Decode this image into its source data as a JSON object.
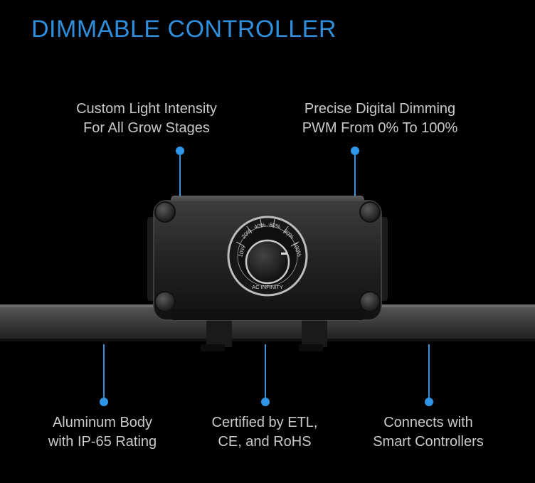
{
  "title": "DIMMABLE CONTROLLER",
  "callouts": {
    "top_left": [
      "Custom Light Intensity",
      "For All Grow Stages"
    ],
    "top_right": [
      "Precise Digital Dimming",
      "PWM From 0% To 100%"
    ],
    "bottom_left": [
      "Aluminum Body",
      "with IP-65 Rating"
    ],
    "bottom_center": [
      "Certified by ETL,",
      "CE, and RoHS"
    ],
    "bottom_right": [
      "Connects with",
      "Smart Controllers"
    ]
  },
  "dial": {
    "labels": [
      "10%",
      "20%",
      "40%",
      "60%",
      "80%",
      "100%"
    ],
    "brand": "AC INFINITY"
  },
  "colors": {
    "accent": "#2f8fdd",
    "background": "#000000"
  }
}
